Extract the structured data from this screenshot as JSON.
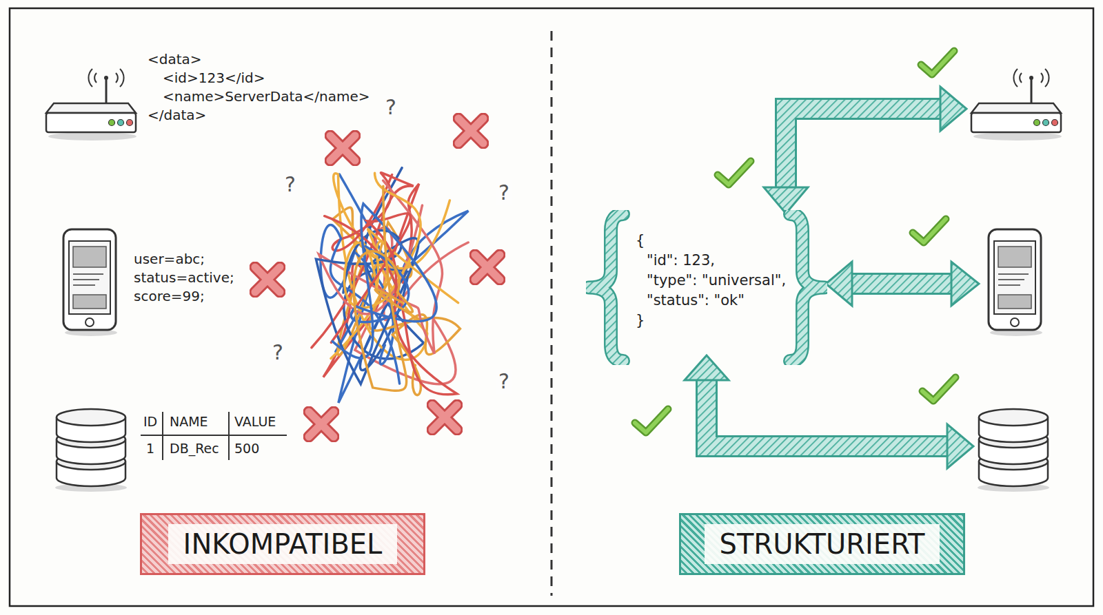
{
  "diagram": {
    "nodes": [
      {
        "text": [
          "{",
          "\"id\": 123,",
          "\"type\": \"universal\",",
          "\"status\": \"ok\"",
          "}"
        ]
      },
      {
        "text": [
          "INKOMPATIBEL"
        ]
      },
      {
        "text": [
          "STRUKTURIERT"
        ]
      }
    ],
    "labels": [
      "<data>",
      "<id>123</id>",
      "<name>ServerData</name>",
      "</data>",
      "user=abc;",
      "status=active;",
      "score=99;",
      "ID",
      "NAME",
      "VALUE",
      "1",
      "DB_Rec",
      "500",
      "?",
      "?",
      "?",
      "?",
      "?"
    ]
  }
}
